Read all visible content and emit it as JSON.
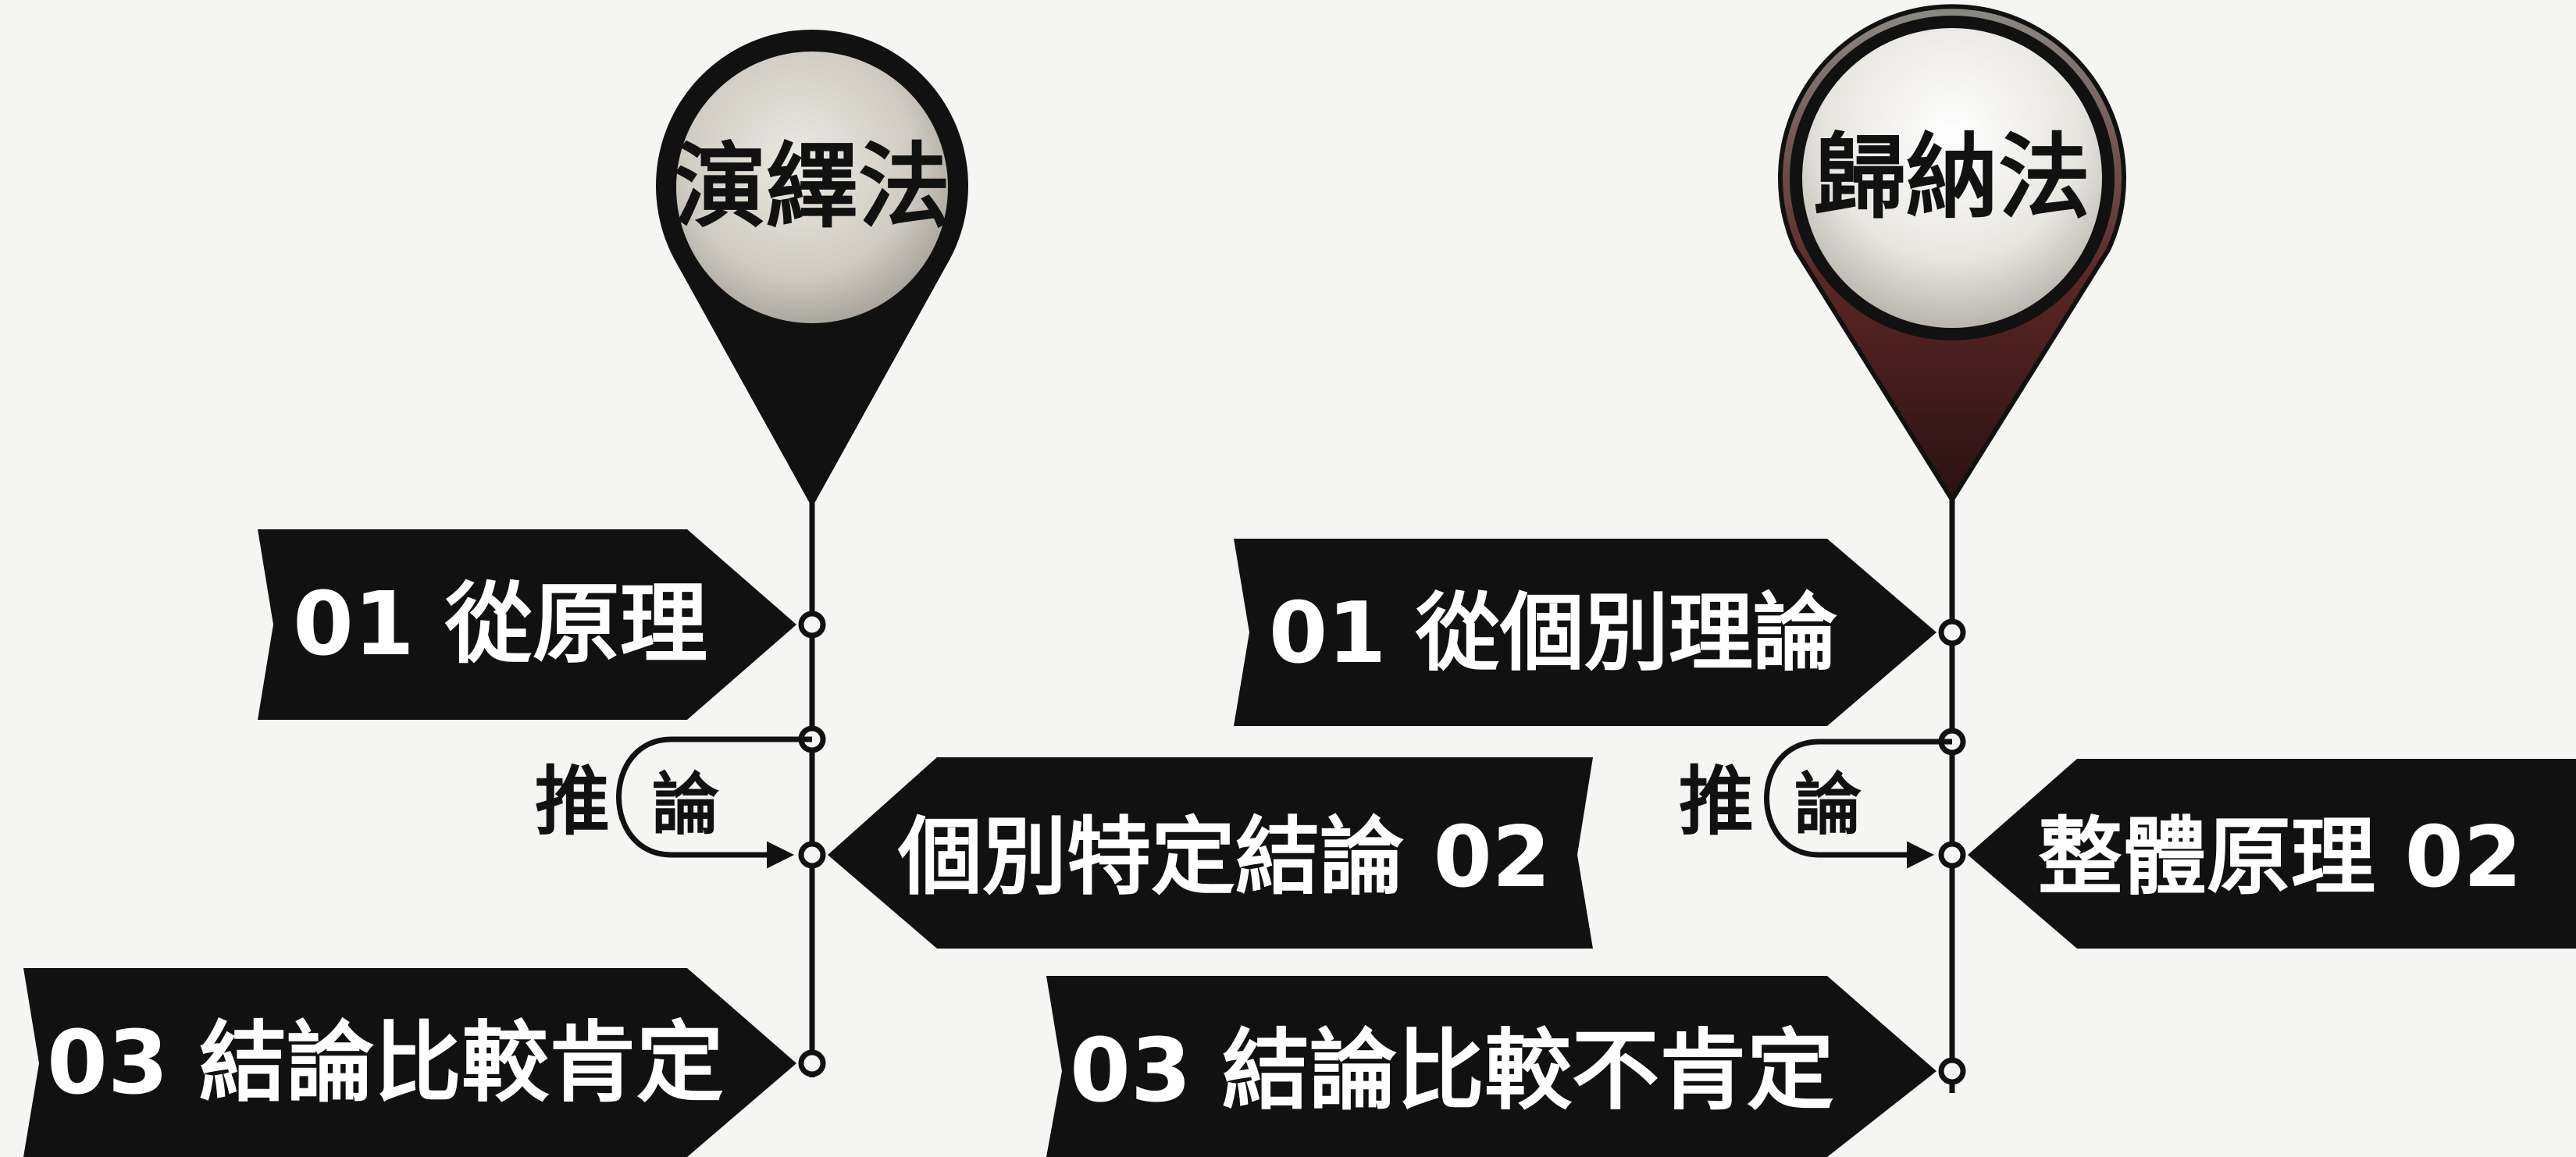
{
  "colors": {
    "background": "#f5f5f3",
    "label_fill": "#111111",
    "label_text": "#ffffff",
    "pin_left_face": "#dedbd4",
    "pin_right_face": "#eeeeea",
    "pin_right_tip": "#6b2a2a"
  },
  "deductive": {
    "title": "演繹法",
    "step1": "01 從原理",
    "connector_outer": "推",
    "connector_inner": "論",
    "step2": "個別特定結論 02",
    "step3": "03 結論比較肯定"
  },
  "inductive": {
    "title": "歸納法",
    "step1": "01 從個別理論",
    "connector_outer": "推",
    "connector_inner": "論",
    "step2": "整體原理 02",
    "step3": "03 結論比較不肯定"
  },
  "icons": {
    "pin": "map-pin-icon",
    "node": "circle-node-icon",
    "arrow": "curved-arrow-icon"
  }
}
